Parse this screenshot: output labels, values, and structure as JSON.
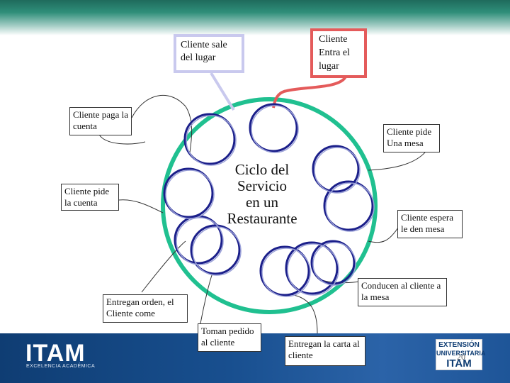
{
  "diagram": {
    "title": "Ciclo del Servicio en un Restaurante",
    "title_lines": [
      "Ciclo del",
      "Servicio",
      "en un",
      "Restaurante"
    ],
    "labels": {
      "cliente_sale": "Cliente sale del lugar",
      "cliente_entra": "Cliente Entra el lugar",
      "paga_cuenta": "Cliente paga la cuenta",
      "pide_cuenta": "Cliente pide la cuenta",
      "pide_mesa": "Cliente pide Una mesa",
      "espera_mesa": "Cliente espera le den mesa",
      "conducen": "Conducen al cliente a la mesa",
      "entregan_orden": "Entregan orden, el Cliente come",
      "toman_pedido": "Toman pedido al cliente",
      "entregan_carta": "Entregan la carta al cliente"
    },
    "colors": {
      "big_circle": "#20c090",
      "moment_circle": "#1b1f8a",
      "entra_border": "#e45b5b",
      "sale_border": "#c9c9ee"
    }
  },
  "branding": {
    "logo": "ITAM",
    "logo_tagline": "EXCELENCIA ACADÉMICA",
    "extension_l1": "EXTENSIÓN",
    "extension_l2": "UNIVERSITARIA",
    "extension_l3": "ITAM",
    "page_number": "20"
  }
}
